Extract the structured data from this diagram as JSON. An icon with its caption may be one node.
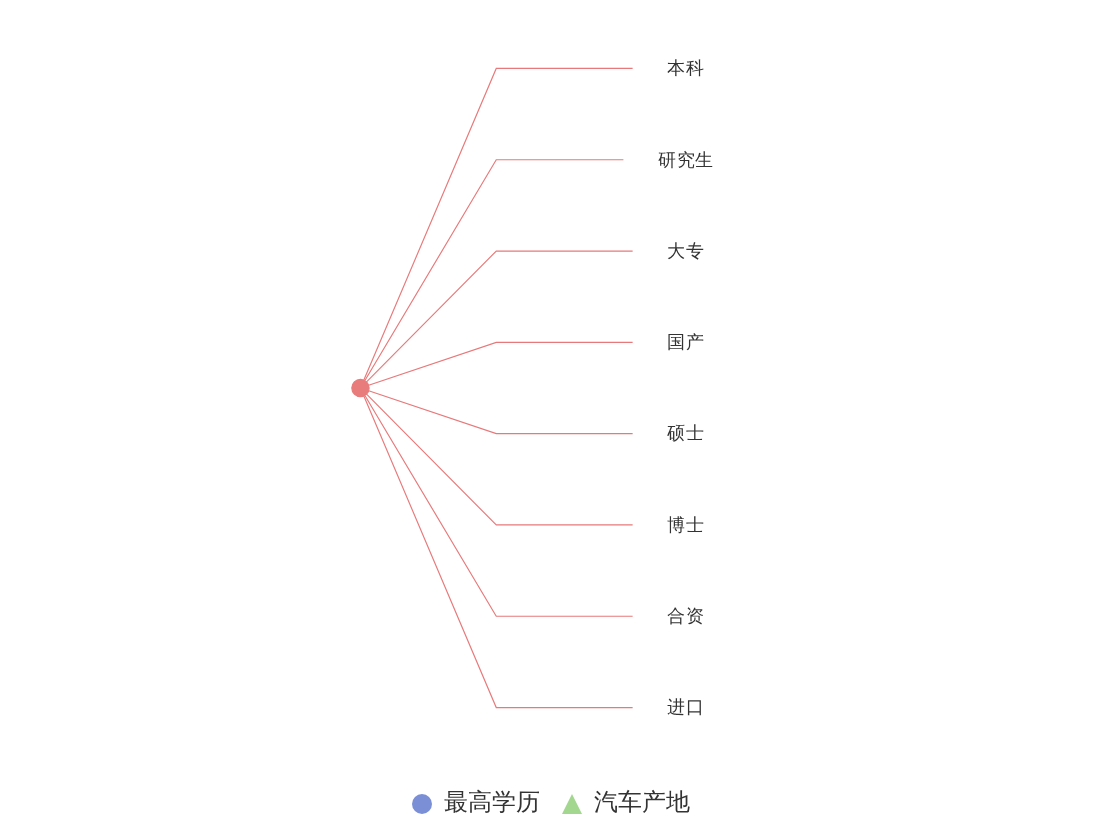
{
  "diagram": {
    "nodes": [
      {
        "text": [],
        "shape": "circle"
      },
      {
        "text": [
          "本科"
        ]
      },
      {
        "text": [
          "研究生"
        ]
      },
      {
        "text": [
          "大专"
        ]
      },
      {
        "text": [
          "国产"
        ]
      },
      {
        "text": [
          "硕士"
        ]
      },
      {
        "text": [
          "博士"
        ]
      },
      {
        "text": [
          "合资"
        ]
      },
      {
        "text": [
          "进口"
        ]
      }
    ],
    "edges": [
      {
        "from": 0,
        "to": 1,
        "arrow": "none"
      },
      {
        "from": 0,
        "to": 2,
        "arrow": "none"
      },
      {
        "from": 0,
        "to": 3,
        "arrow": "none"
      },
      {
        "from": 0,
        "to": 4,
        "arrow": "none"
      },
      {
        "from": 0,
        "to": 5,
        "arrow": "none"
      },
      {
        "from": 0,
        "to": 6,
        "arrow": "none"
      },
      {
        "from": 0,
        "to": 7,
        "arrow": "none"
      },
      {
        "from": 0,
        "to": 8,
        "arrow": "none"
      }
    ],
    "legend": [
      {
        "text": "最高学历",
        "color": "#7b8fd6"
      },
      {
        "text": "汽车产地",
        "color": "#a3d68f"
      }
    ]
  }
}
